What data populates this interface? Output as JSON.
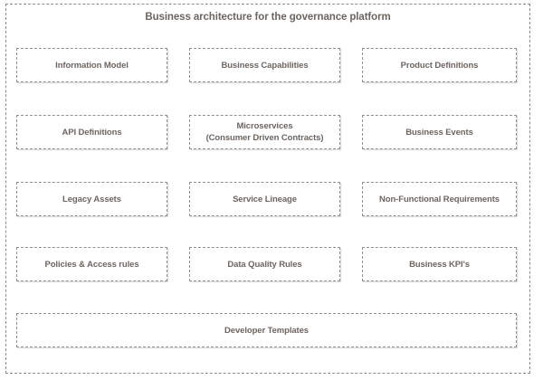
{
  "diagram": {
    "title": "Business architecture for the governance platform",
    "type": "block-grid",
    "accent_text_color": "#6d6560",
    "border_color": "#8f8f8f",
    "background_color": "#ffffff",
    "rows": [
      {
        "row_name": "row-1",
        "boxes": [
          {
            "name": "information-model",
            "lines": [
              "Information Model"
            ]
          },
          {
            "name": "business-capabilities",
            "lines": [
              "Business Capabilities"
            ]
          },
          {
            "name": "product-definitions",
            "lines": [
              "Product Definitions"
            ]
          }
        ]
      },
      {
        "row_name": "row-2",
        "boxes": [
          {
            "name": "api-definitions",
            "lines": [
              "API Definitions"
            ]
          },
          {
            "name": "microservices",
            "lines": [
              "Microservices",
              "(Consumer Driven Contracts)"
            ]
          },
          {
            "name": "business-events",
            "lines": [
              "Business Events"
            ]
          }
        ]
      },
      {
        "row_name": "row-3",
        "boxes": [
          {
            "name": "legacy-assets",
            "lines": [
              "Legacy Assets"
            ]
          },
          {
            "name": "service-lineage",
            "lines": [
              "Service Lineage"
            ]
          },
          {
            "name": "non-functional-requirements",
            "lines": [
              "Non-Functional Requirements"
            ]
          }
        ]
      },
      {
        "row_name": "row-4",
        "boxes": [
          {
            "name": "policies-access-rules",
            "lines": [
              "Policies & Access rules"
            ]
          },
          {
            "name": "data-quality-rules",
            "lines": [
              "Data Quality Rules"
            ]
          },
          {
            "name": "business-kpis",
            "lines": [
              "Business KPI's"
            ]
          }
        ]
      }
    ],
    "footer": {
      "name": "developer-templates",
      "lines": [
        "Developer Templates"
      ]
    }
  }
}
